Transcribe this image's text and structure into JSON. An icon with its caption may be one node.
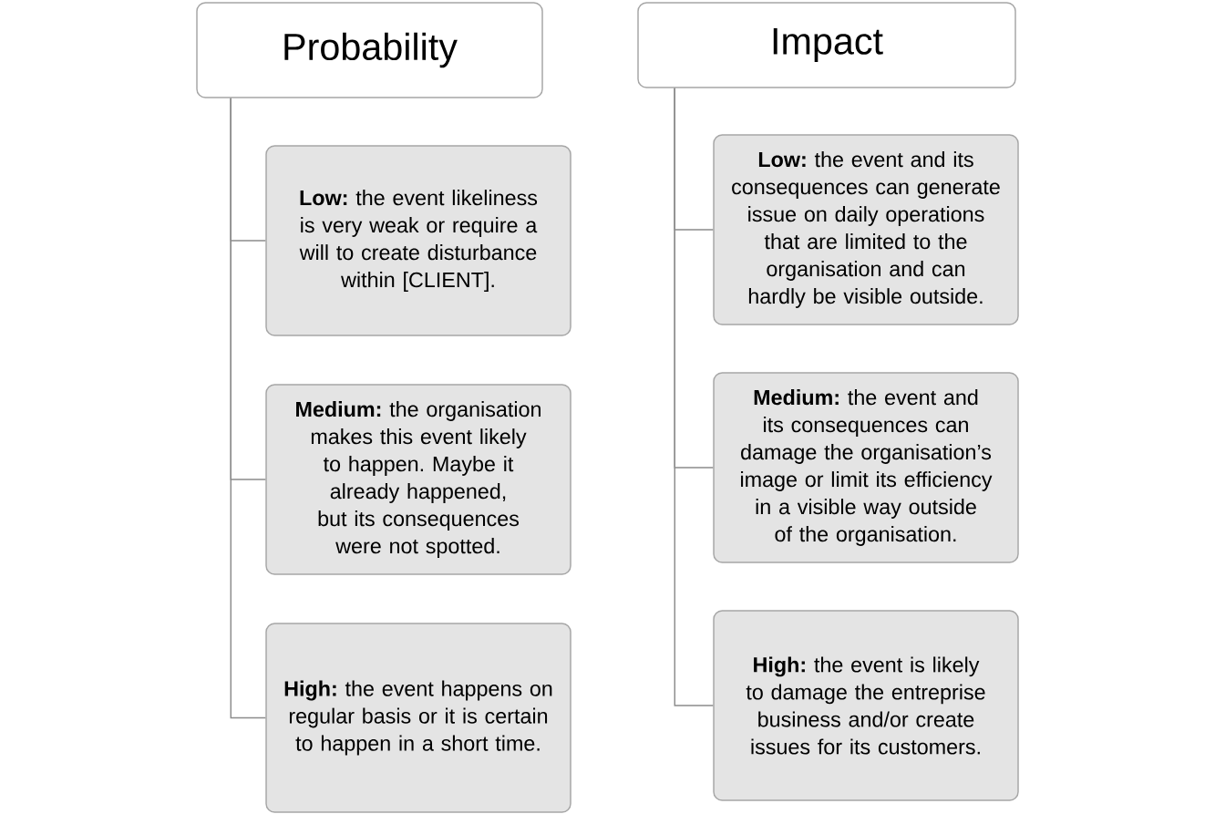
{
  "diagram": {
    "nodes": [
      {
        "text": [
          "Probability"
        ]
      },
      {
        "text": [
          "**Low:** the event likeliness is very weak or require a will to create disturbance within [CLIENT]."
        ]
      },
      {
        "text": [
          "**Medium:** the organisation makes this event likely to happen. Maybe it already happened, but its consequences were not spotted."
        ]
      },
      {
        "text": [
          "**High:** the event happens on regular basis or it is certain to happen in a short time."
        ]
      },
      {
        "text": [
          "Impact"
        ]
      },
      {
        "text": [
          "**Low:** the event and its consequences can generate issue on daily operations that are limited to the organisation and can hardly be visible outside."
        ]
      },
      {
        "text": [
          "**Medium:** the event and its consequences can damage the organisation’s image or limit its efficiency in a visible way outside of the organisation."
        ]
      },
      {
        "text": [
          "**High:** the event is likely to damage the entreprise business and/or create issues for its customers."
        ]
      }
    ],
    "edges": [
      {
        "from": 0,
        "to": 1,
        "arrow": "none"
      },
      {
        "from": 0,
        "to": 2,
        "arrow": "none"
      },
      {
        "from": 0,
        "to": 3,
        "arrow": "none"
      },
      {
        "from": 4,
        "to": 5,
        "arrow": "none"
      },
      {
        "from": 4,
        "to": 6,
        "arrow": "none"
      },
      {
        "from": 4,
        "to": 7,
        "arrow": "none"
      }
    ]
  }
}
